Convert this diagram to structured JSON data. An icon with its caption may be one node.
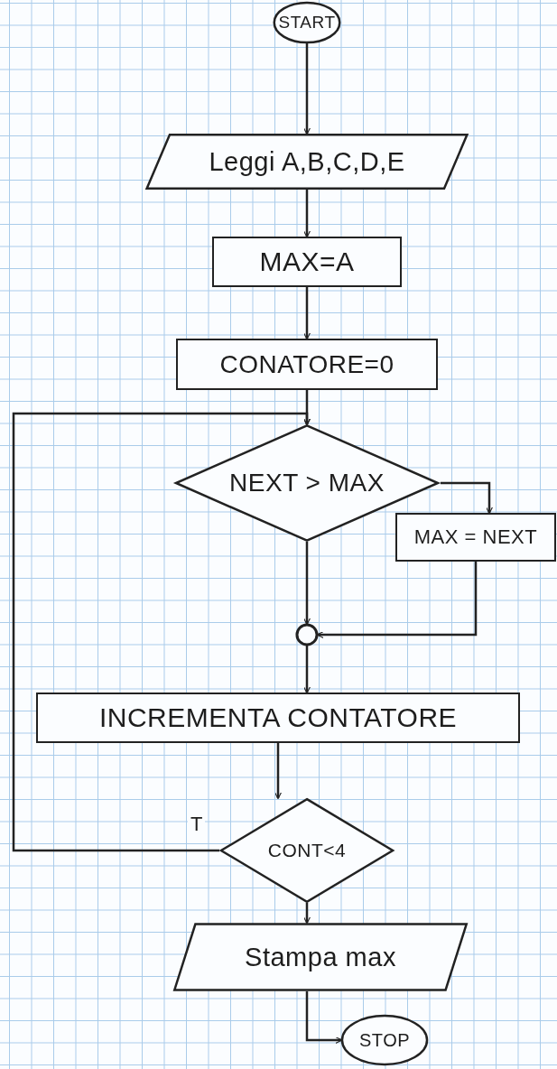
{
  "diagram": {
    "nodes": [
      {
        "text": [
          "START"
        ]
      },
      {
        "text": [
          "Leggi A,B,C,D,E"
        ]
      },
      {
        "text": [
          "MAX=A"
        ]
      },
      {
        "text": [
          "CONATORE=0"
        ]
      },
      {
        "text": [
          "NEXT > MAX"
        ]
      },
      {
        "text": [
          "MAX = NEXT"
        ]
      },
      {
        "text": [],
        "shape": "circle"
      },
      {
        "text": [
          "INCREMENTA CONTATORE"
        ]
      },
      {
        "text": [
          "CONT<4"
        ]
      },
      {
        "text": [
          "Stampa max"
        ]
      },
      {
        "text": [
          "STOP"
        ]
      }
    ],
    "edges": [
      {
        "from": 0,
        "to": 1,
        "arrow": "to"
      },
      {
        "from": 1,
        "to": 2,
        "arrow": "to"
      },
      {
        "from": 2,
        "to": 3,
        "arrow": "to"
      },
      {
        "from": 3,
        "to": 4,
        "arrow": "to"
      },
      {
        "from": 4,
        "to": 5,
        "arrow": "to"
      },
      {
        "from": 4,
        "to": 6,
        "arrow": "to"
      },
      {
        "from": 5,
        "to": 6,
        "arrow": "to"
      },
      {
        "from": 6,
        "to": 7,
        "arrow": "to"
      },
      {
        "from": 7,
        "to": 8,
        "arrow": "to"
      },
      {
        "from": 8,
        "to": 4,
        "arrow": "to",
        "label": "T"
      },
      {
        "from": 8,
        "to": 9,
        "arrow": "to"
      },
      {
        "from": 9,
        "to": 10,
        "arrow": "to"
      }
    ]
  }
}
